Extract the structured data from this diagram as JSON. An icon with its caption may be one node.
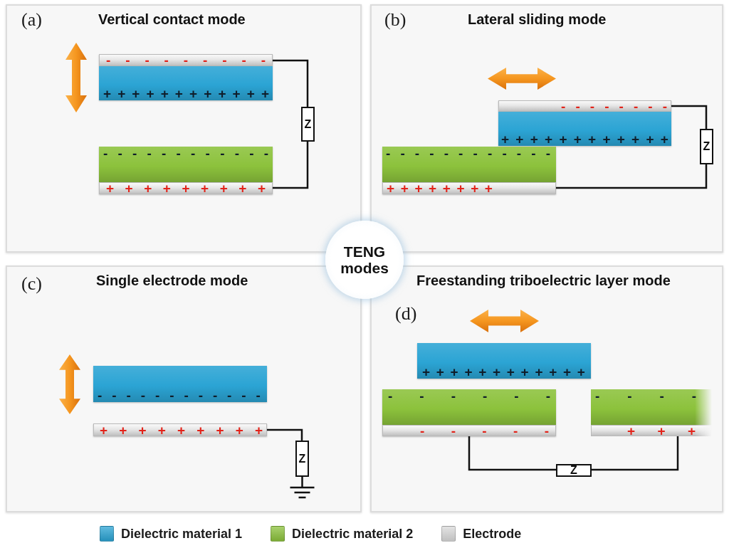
{
  "diagram": {
    "nodes": [
      {
        "text": [
          "(a)",
          "Vertical contact mode"
        ]
      },
      {
        "text": [
          "- - - - - - - - -"
        ],
        "in": 0
      },
      {
        "text": [
          "+ + + + + + + + + + + +"
        ],
        "in": 0
      },
      {
        "text": [
          "- - - - - - - - - - - -"
        ],
        "in": 0
      },
      {
        "text": [
          "+ + + + + + + + +"
        ],
        "in": 0
      },
      {
        "text": [
          "Z"
        ],
        "in": 0
      },
      {
        "text": [
          "(b)",
          "Lateral sliding mode"
        ]
      },
      {
        "text": [
          "- - - - - - - -"
        ],
        "in": 6
      },
      {
        "text": [
          "+ + + + + + + + + + + +"
        ],
        "in": 6
      },
      {
        "text": [
          "- - - - - - - - - - - -"
        ],
        "in": 6
      },
      {
        "text": [
          "+ + + + + + + +"
        ],
        "in": 6
      },
      {
        "text": [
          "Z"
        ],
        "in": 6
      },
      {
        "text": [
          "TENG modes"
        ]
      },
      {
        "text": [
          "(c)",
          "Single electrode mode"
        ]
      },
      {
        "text": [
          "- - - - - - - - - - - -"
        ],
        "in": 13
      },
      {
        "text": [
          "+ + + + + + + + +"
        ],
        "in": 13
      },
      {
        "text": [
          "Z"
        ],
        "in": 13
      },
      {
        "text": [
          "(d)",
          "Freestanding triboelectric layer mode"
        ]
      },
      {
        "text": [
          "+ + + + + + + + + + + +"
        ],
        "in": 17
      },
      {
        "text": [
          "- - - - - -"
        ],
        "in": 17
      },
      {
        "text": [
          "- - - - -"
        ],
        "in": 17
      },
      {
        "text": [
          "- - - -"
        ],
        "in": 17
      },
      {
        "text": [
          "+ + +"
        ],
        "in": 17
      },
      {
        "text": [
          "Z"
        ],
        "in": 17
      }
    ],
    "edges": [
      {
        "from": 1,
        "to": 5,
        "arrow": "none"
      },
      {
        "from": 5,
        "to": 4,
        "arrow": "none"
      },
      {
        "from": 7,
        "to": 11,
        "arrow": "none"
      },
      {
        "from": 11,
        "to": 10,
        "arrow": "none"
      },
      {
        "from": 15,
        "to": 16,
        "arrow": "none"
      },
      {
        "from": 20,
        "to": 23,
        "arrow": "none"
      },
      {
        "from": 23,
        "to": 22,
        "arrow": "none"
      }
    ],
    "legend": [
      {
        "text": "Dielectric material 1",
        "color": "#2ba4d4"
      },
      {
        "text": "Dielectric material 2",
        "color": "#8cc23c"
      },
      {
        "text": "Electrode",
        "color": "#dadada"
      }
    ]
  }
}
